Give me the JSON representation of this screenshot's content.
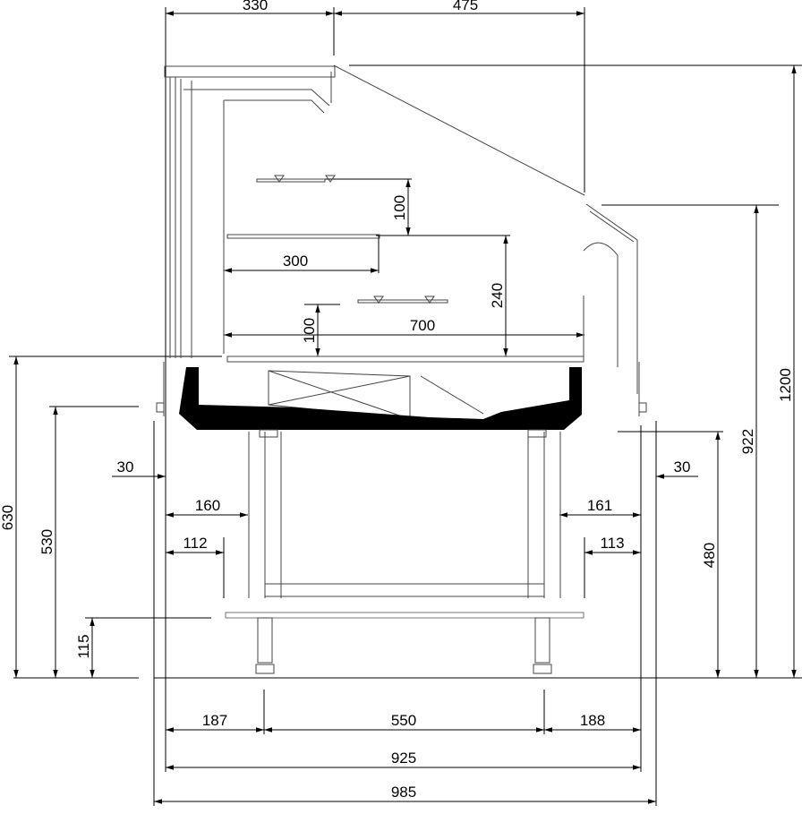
{
  "title": "Display counter side section",
  "dimensions": {
    "top_left": "330",
    "top_right": "475",
    "shelf_gap_top": "100",
    "shelf_depth": "300",
    "inner_height": "240",
    "shelf_gap_low": "100",
    "inner_depth": "700",
    "total_height": "1200",
    "glass_height": "922",
    "deck_height": "630",
    "lower_deck_height": "530",
    "foot_height": "115",
    "base_height": "480",
    "left_offset_30": "30",
    "right_offset_30": "30",
    "left_160": "160",
    "right_161": "161",
    "left_112": "112",
    "right_113": "113",
    "bottom_left": "187",
    "bottom_mid": "550",
    "bottom_right": "188",
    "width_925": "925",
    "width_985": "985"
  }
}
